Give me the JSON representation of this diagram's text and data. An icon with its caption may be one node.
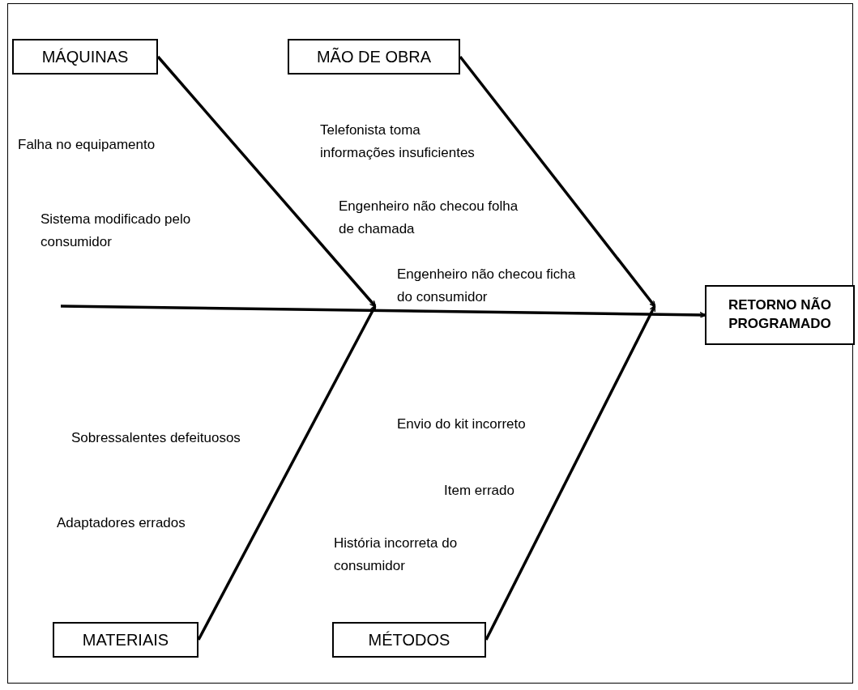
{
  "diagram": {
    "nodes": [
      {
        "text": [
          "MÁQUINAS"
        ]
      },
      {
        "text": [
          "MÃO DE OBRA"
        ]
      },
      {
        "text": [
          "RETORNO NÃO PROGRAMADO"
        ]
      },
      {
        "text": [
          "MATERIAIS"
        ]
      },
      {
        "text": [
          "MÉTODOS"
        ]
      }
    ],
    "edges": [
      {
        "from": 0,
        "to": null,
        "arrow": "to"
      },
      {
        "from": 1,
        "to": null,
        "arrow": "to"
      },
      {
        "from": 3,
        "to": null,
        "arrow": "to"
      },
      {
        "from": 4,
        "to": null,
        "arrow": "to"
      },
      {
        "from": null,
        "to": 2,
        "arrow": "to"
      }
    ],
    "labels": [
      "Falha no equipamento",
      "Sistema modificado pelo consumidor",
      "Telefonista toma informações insuficientes",
      "Engenheiro não checou folha de chamada",
      "Engenheiro não checou ficha do consumidor",
      "Sobressalentes defeituosos",
      "Adaptadores errados",
      "Envio do kit incorreto",
      "Item errado",
      "História incorreta do consumidor"
    ]
  }
}
